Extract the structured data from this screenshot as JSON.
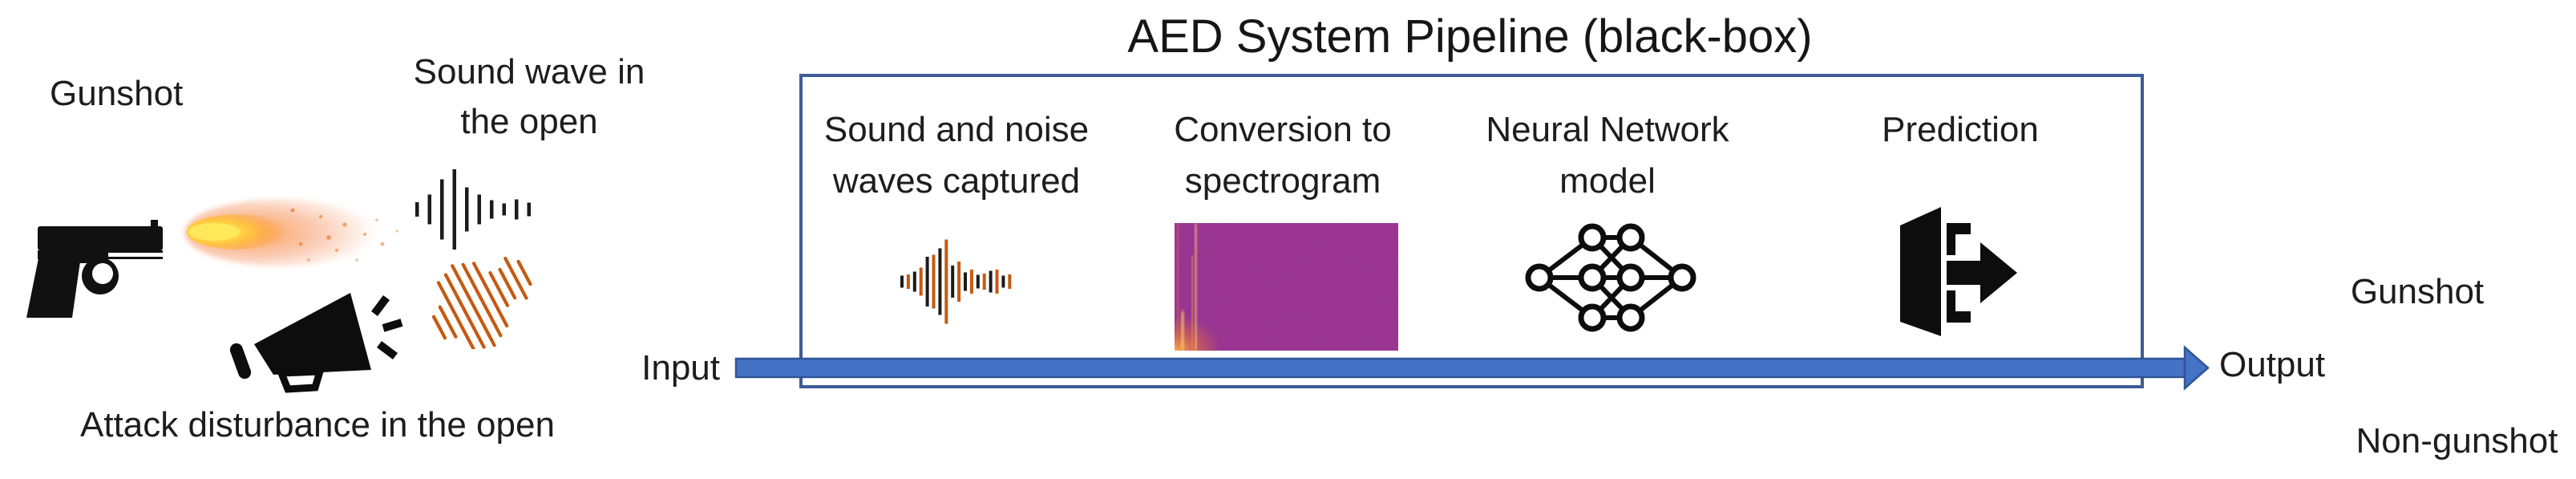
{
  "diagram": {
    "title": "AED System Pipeline (black-box)",
    "left_scene": {
      "gunshot_label": "Gunshot",
      "sound_wave_label_line1": "Sound wave in",
      "sound_wave_label_line2": "the open",
      "attack_label": "Attack disturbance in the open",
      "icons": [
        "gun-icon",
        "muzzle-flash-icon",
        "sound-wave-icon",
        "noise-hatch-icon",
        "megaphone-icon"
      ]
    },
    "pipeline": {
      "stages": [
        {
          "label_line1": "Sound and noise",
          "label_line2": "waves captured",
          "icon": "waveform-icon"
        },
        {
          "label_line1": "Conversion to",
          "label_line2": "spectrogram",
          "icon": "spectrogram-image"
        },
        {
          "label_line1": "Neural Network",
          "label_line2": "model",
          "icon": "neural-network-icon"
        },
        {
          "label_line1": "Prediction",
          "label_line2": "",
          "icon": "exit-arrow-icon"
        }
      ]
    },
    "flow": {
      "input_label": "Input",
      "output_label": "Output"
    },
    "output_classes": {
      "positive": "Gunshot",
      "negative": "Non-gunshot"
    },
    "colors": {
      "arrow_fill": "#4472C4",
      "arrow_border": "#2F5597",
      "box_border": "#3E5C96",
      "accent_orange": "#C55A11",
      "text": "#1D1D1D",
      "spectrogram_base": "#A33595"
    }
  }
}
